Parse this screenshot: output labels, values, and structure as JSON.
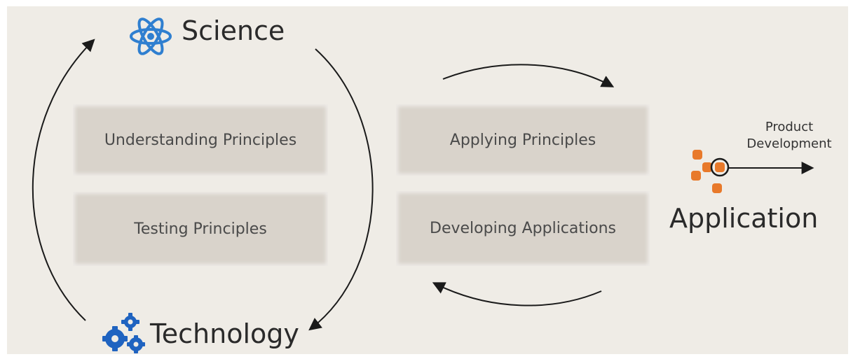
{
  "science": {
    "label": "Science",
    "icon": "atom-icon",
    "icon_color": "#2f7fd0"
  },
  "technology": {
    "label": "Technology",
    "icon": "gears-icon",
    "icon_color": "#1f63c0"
  },
  "application": {
    "label": "Application",
    "icon": "cubes-icon",
    "icon_color": "#e8792a"
  },
  "left_boxes": [
    "Understanding Principles",
    "Testing Principles"
  ],
  "right_boxes": [
    "Applying Principles",
    "Developing Applications"
  ],
  "product": {
    "line1": "Product",
    "line2": "Development"
  },
  "colors": {
    "box": "#d9d3cb",
    "background": "#efece6",
    "arrow": "#1a1a1a"
  }
}
